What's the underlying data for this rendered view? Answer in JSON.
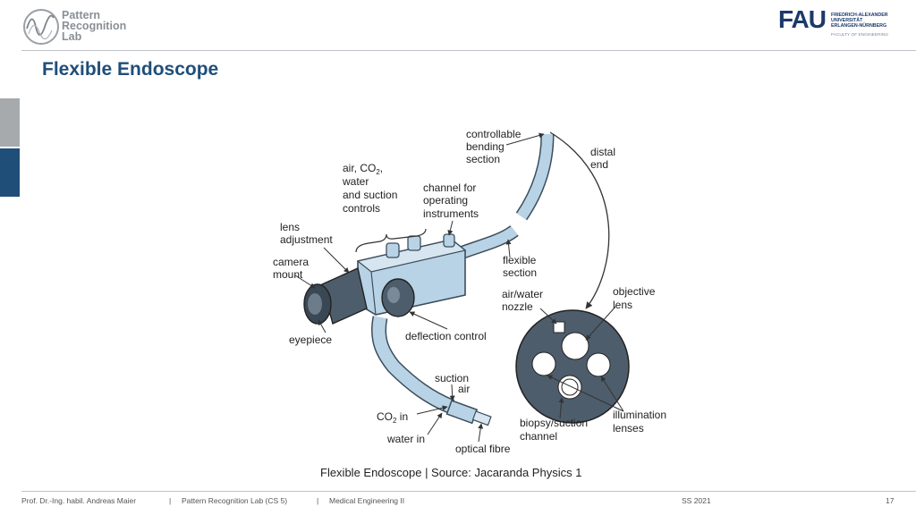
{
  "header": {
    "lab_logo_lines": [
      "Pattern",
      "Recognition",
      "Lab"
    ],
    "university_logo": {
      "mark": "FAU",
      "lines": [
        "FRIEDRICH-ALEXANDER",
        "UNIVERSITÄT",
        "ERLANGEN-NÜRNBERG"
      ],
      "faculty": "FACULTY OF ENGINEERING"
    }
  },
  "title": "Flexible Endoscope",
  "diagram": {
    "labels": {
      "controllable": "controllable",
      "bending": "bending",
      "section": "section",
      "distal": "distal",
      "end": "end",
      "air_co": "air, CO",
      "co2_sub": "2",
      "comma": ",",
      "water": "water",
      "and_suction": "and suction",
      "controls": "controls",
      "channel_for": "channel for",
      "operating": "operating",
      "instruments": "instruments",
      "lens": "lens",
      "adjustment": "adjustment",
      "camera": "camera",
      "mount": "mount",
      "flexible": "flexible",
      "flex_section": "section",
      "air_water": "air/water",
      "nozzle": "nozzle",
      "objective": "objective",
      "obj_lens": "lens",
      "eyepiece": "eyepiece",
      "deflection_control": "deflection control",
      "suction": "suction",
      "air": "air",
      "co_in_pre": "CO",
      "co_in_sub": "2",
      "co_in_post": " in",
      "water_in": "water in",
      "biopsy_suction": "biopsy/suction",
      "channel": "channel",
      "illumination": "illumination",
      "lenses": "lenses",
      "optical_fibre": "optical fibre"
    }
  },
  "caption": "Flexible Endoscope | Source: Jacaranda Physics 1",
  "footer": {
    "author": "Prof. Dr.-Ing. habil. Andreas Maier",
    "sep": "|",
    "lab": "Pattern Recognition Lab (CS 5)",
    "course": "Medical Engineering II",
    "semester": "SS 2021",
    "page": "17"
  },
  "colors": {
    "title": "#1f4e79",
    "tube": "#b9d3e6",
    "tube_edge": "#3c4e5c",
    "disc": "#4d5d6c"
  }
}
